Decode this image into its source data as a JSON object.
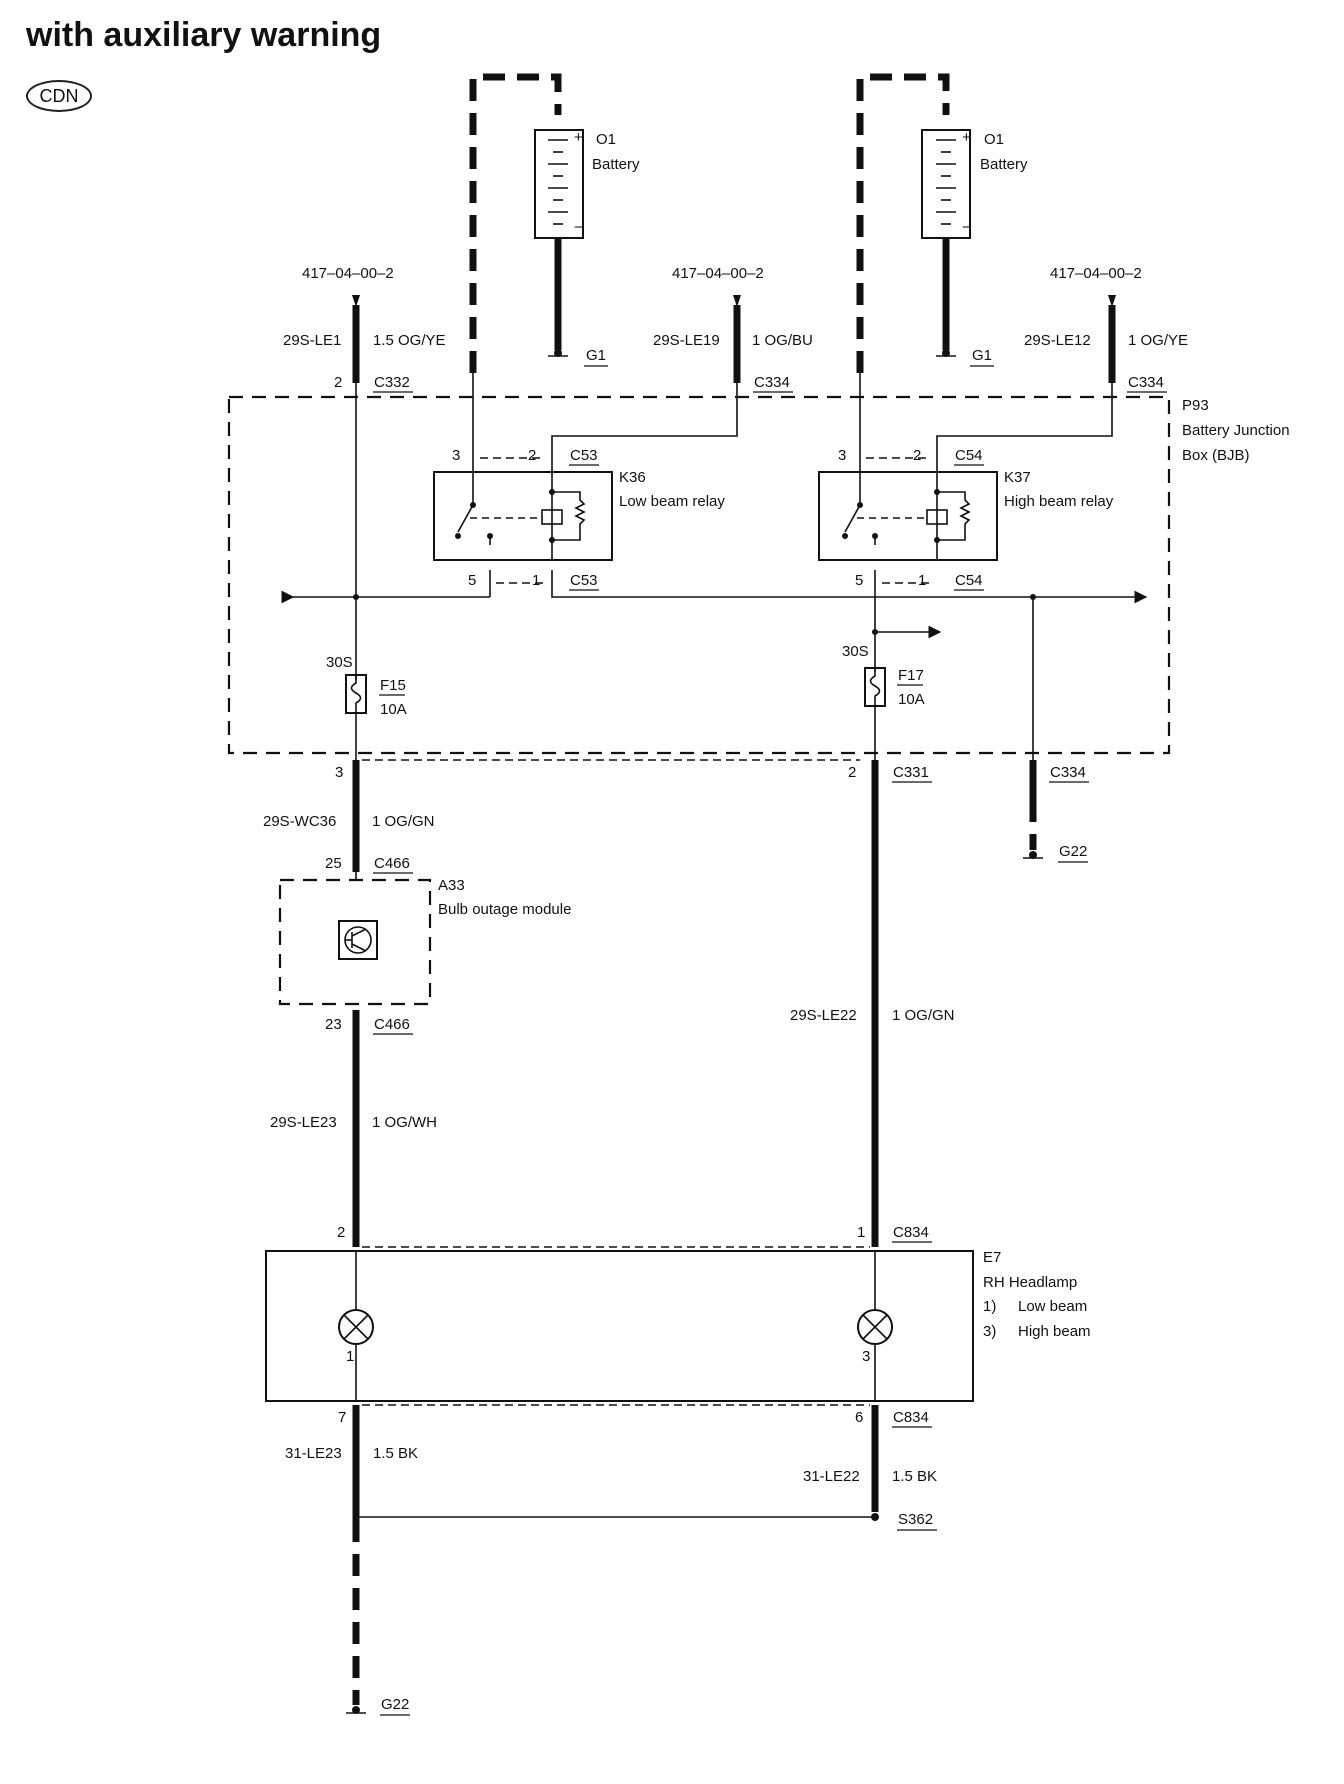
{
  "title": "with auxiliary warning",
  "badge": "CDN",
  "batteries": [
    {
      "id": "O1",
      "name": "Battery",
      "ground": "G1"
    },
    {
      "id": "O1",
      "name": "Battery",
      "ground": "G1"
    }
  ],
  "inputs": [
    {
      "ref": "417–04–00–2",
      "circuit": "29S-LE1",
      "wire": "1.5 OG/YE",
      "pin": "2",
      "connector": "C332"
    },
    {
      "ref": "417–04–00–2",
      "circuit": "29S-LE19",
      "wire": "1 OG/BU",
      "connector": "C334"
    },
    {
      "ref": "417–04–00–2",
      "circuit": "29S-LE12",
      "wire": "1 OG/YE",
      "connector": "C334"
    }
  ],
  "bjb": {
    "id": "P93",
    "name_line1": "Battery Junction",
    "name_line2": "Box (BJB)"
  },
  "relays": [
    {
      "id": "K36",
      "name": "Low beam relay",
      "connector": "C53",
      "pin_a": "3",
      "pin_b": "2",
      "pin_c": "5",
      "pin_d": "1"
    },
    {
      "id": "K37",
      "name": "High beam relay",
      "connector": "C54",
      "pin_a": "3",
      "pin_b": "2",
      "pin_c": "5",
      "pin_d": "1"
    }
  ],
  "fuses": [
    {
      "id": "F15",
      "rating": "10A",
      "splice": "30S"
    },
    {
      "id": "F17",
      "rating": "10A",
      "splice": "30S"
    }
  ],
  "bjb_outputs": [
    {
      "pin": "3"
    },
    {
      "pin": "2",
      "connector": "C331"
    },
    {
      "connector": "C334",
      "ground": "G22"
    }
  ],
  "wire_wc36": {
    "circuit": "29S-WC36",
    "wire": "1 OG/GN"
  },
  "module": {
    "id": "A33",
    "name": "Bulb outage module",
    "connector": "C466",
    "pin_in": "25",
    "pin_out": "23"
  },
  "wire_le22": {
    "circuit": "29S-LE22",
    "wire": "1 OG/GN"
  },
  "wire_le23": {
    "circuit": "29S-LE23",
    "wire": "1 OG/WH"
  },
  "headlamp": {
    "id": "E7",
    "name": "RH Headlamp",
    "legend": [
      {
        "num": "1)",
        "text": "Low beam"
      },
      {
        "num": "3)",
        "text": "High beam"
      }
    ],
    "connector": "C834",
    "pin_top_left": "2",
    "pin_top_right": "1",
    "pin_bottom_left": "7",
    "pin_bottom_right": "6",
    "bulb_left": "1",
    "bulb_right": "3"
  },
  "grounds_out": [
    {
      "circuit": "31-LE23",
      "wire": "1.5 BK"
    },
    {
      "circuit": "31-LE22",
      "wire": "1.5 BK"
    }
  ],
  "splice": "S362",
  "final_ground": "G22"
}
